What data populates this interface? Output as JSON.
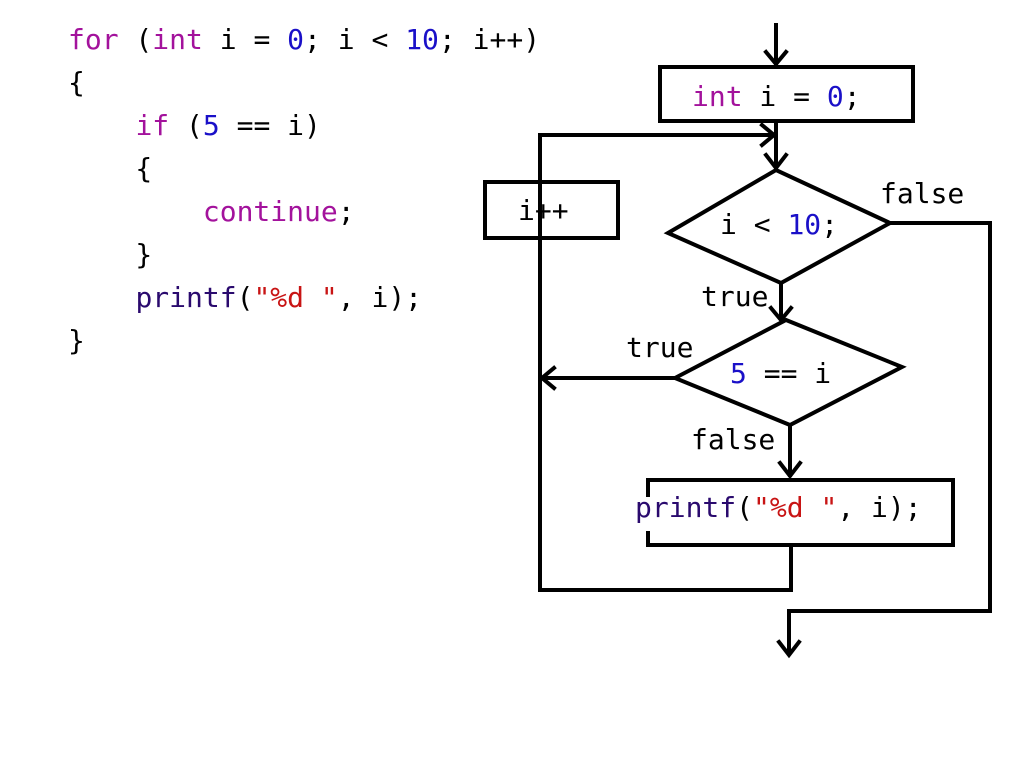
{
  "code": {
    "lines": [
      [
        {
          "t": "for",
          "c": "kw"
        },
        {
          "t": " (",
          "c": "plain"
        },
        {
          "t": "int",
          "c": "kw"
        },
        {
          "t": " i = ",
          "c": "plain"
        },
        {
          "t": "0",
          "c": "num"
        },
        {
          "t": "; i < ",
          "c": "plain"
        },
        {
          "t": "10",
          "c": "num"
        },
        {
          "t": "; i++)",
          "c": "plain"
        }
      ],
      [
        {
          "t": "{",
          "c": "plain"
        }
      ],
      [
        {
          "t": "    ",
          "c": "plain"
        },
        {
          "t": "if",
          "c": "kw"
        },
        {
          "t": " (",
          "c": "plain"
        },
        {
          "t": "5",
          "c": "num"
        },
        {
          "t": " == i)",
          "c": "plain"
        }
      ],
      [
        {
          "t": "    {",
          "c": "plain"
        }
      ],
      [
        {
          "t": "        ",
          "c": "plain"
        },
        {
          "t": "continue",
          "c": "kw"
        },
        {
          "t": ";",
          "c": "plain"
        }
      ],
      [
        {
          "t": "    }",
          "c": "plain"
        }
      ],
      [
        {
          "t": "    ",
          "c": "plain"
        },
        {
          "t": "printf",
          "c": "fn"
        },
        {
          "t": "(",
          "c": "plain"
        },
        {
          "t": "\"%d \"",
          "c": "str"
        },
        {
          "t": ", i);",
          "c": "plain"
        }
      ],
      [
        {
          "t": "}",
          "c": "plain"
        }
      ]
    ]
  },
  "flowchart": {
    "init": {
      "kw": "int",
      "rest": " i = ",
      "num": "0",
      "end": ";"
    },
    "increment": "i++",
    "condition": {
      "pre": "i < ",
      "num": "10",
      "end": ";"
    },
    "check": {
      "num": "5",
      "rest": " == i"
    },
    "print": {
      "fn": "printf",
      "open": "(",
      "str": "\"%d \"",
      "rest": ", i);"
    },
    "labels": {
      "cond_false": "false",
      "cond_true": "true",
      "check_true": "true",
      "check_false": "false"
    }
  },
  "colors": {
    "keyword": "#a3129c",
    "function": "#2a0a6e",
    "number": "#1a10c8",
    "string": "#c81414",
    "line": "#000000"
  }
}
